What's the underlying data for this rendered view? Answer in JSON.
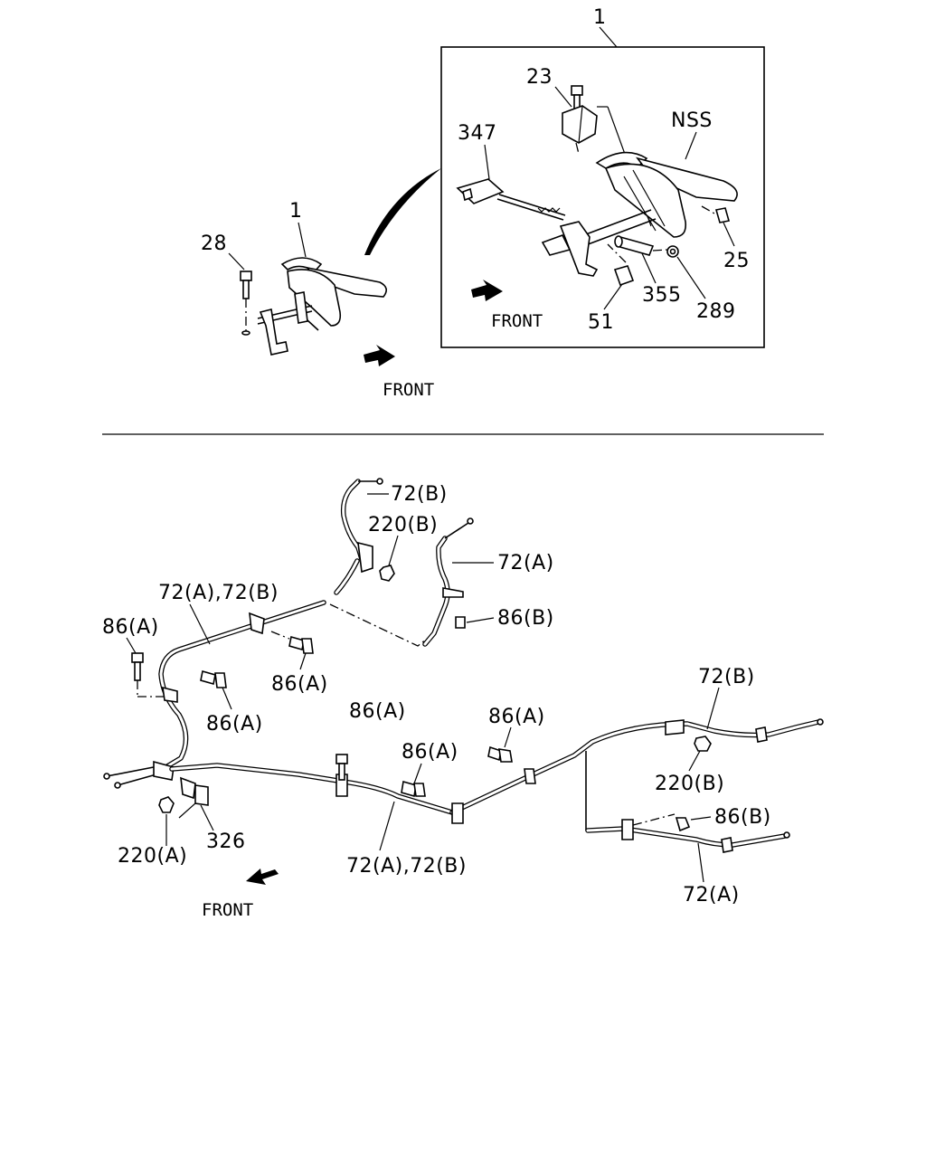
{
  "top": {
    "callout_number": "1",
    "assembly_label": "1",
    "front": "FRONT",
    "labels": {
      "p28": "28"
    },
    "detail": {
      "front": "FRONT",
      "labels": {
        "p23": "23",
        "p347": "347",
        "nss": "NSS",
        "p25": "25",
        "p355": "355",
        "p289": "289",
        "p51": "51"
      }
    }
  },
  "bottom": {
    "front": "FRONT",
    "labels": {
      "c72b_top": "72(B)",
      "c220b_top": "220(B)",
      "c72a_right": "72(A)",
      "c72ab_upper": "72(A),72(B)",
      "c86b_upper": "86(B)",
      "c86a_left": "86(A)",
      "c86a_mid_upper": "86(A)",
      "c86a_mid_lower": "86(A)",
      "c86a_center": "86(A)",
      "c86a_right": "86(A)",
      "c86a_lower": "86(A)",
      "c72b_rear": "72(B)",
      "c220b_rear": "220(B)",
      "c86b_rear": "86(B)",
      "c72a_rear": "72(A)",
      "c72ab_lower": "72(A),72(B)",
      "c326": "326",
      "c220a": "220(A)"
    }
  }
}
